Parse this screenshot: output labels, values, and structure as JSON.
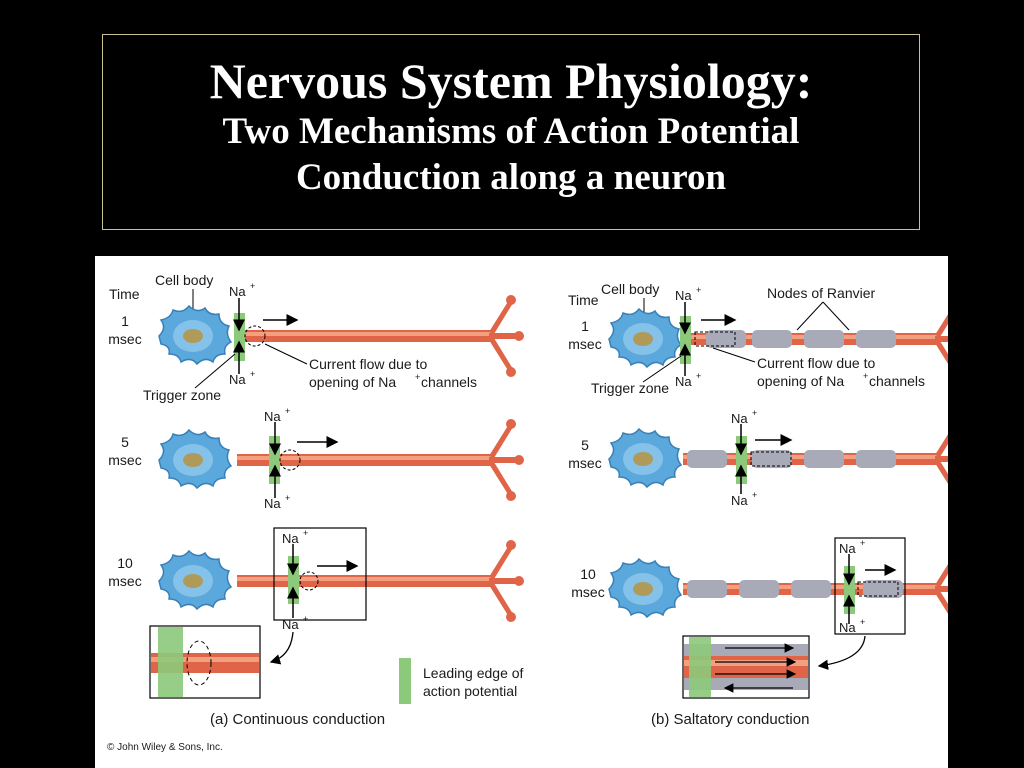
{
  "slide": {
    "title": "Nervous System Physiology:",
    "subtitle_line1": "Two Mechanisms of Action Potential",
    "subtitle_line2": "Conduction along a neuron"
  },
  "figure": {
    "time_label": "Time",
    "cell_body": "Cell body",
    "trigger_zone": "Trigger zone",
    "na": "Na",
    "plus": "+",
    "current_line1": "Current flow due to",
    "current_line2": "opening of Na",
    "current_line2_end": " channels",
    "nodes_of_ranvier": "Nodes of Ranvier",
    "leading_edge_line1": "Leading edge of",
    "leading_edge_line2": "action potential",
    "times": [
      {
        "num": "1",
        "unit": "msec"
      },
      {
        "num": "5",
        "unit": "msec"
      },
      {
        "num": "10",
        "unit": "msec"
      }
    ],
    "caption_a": "(a) Continuous conduction",
    "caption_b": "(b) Saltatory conduction",
    "copyright": "© John Wiley & Sons, Inc."
  },
  "colors": {
    "axon": "#e06548",
    "axon_highlight": "#f3a080",
    "cell_body": "#5aa8dc",
    "nucleus": "#b09a5a",
    "myelin": "#a8aab8",
    "leading_edge": "#8cc97a"
  }
}
